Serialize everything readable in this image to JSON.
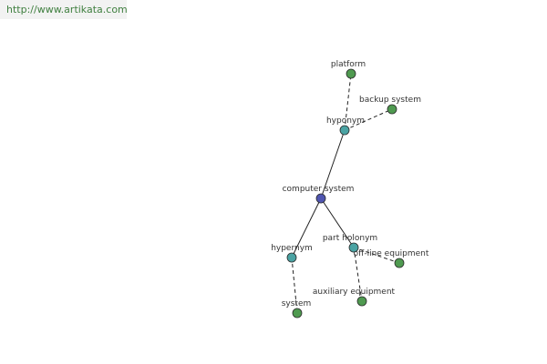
{
  "watermark": {
    "text": "http://www.artikata.com"
  },
  "colors": {
    "root": "#4f55b0",
    "relation": "#4aa3a3",
    "term": "#4f9a50"
  },
  "graph": {
    "nodes": [
      {
        "id": "computer_system",
        "label": "computer system",
        "kind": "root"
      },
      {
        "id": "hyponym",
        "label": "hyponym",
        "kind": "relation"
      },
      {
        "id": "hypernym",
        "label": "hypernym",
        "kind": "relation"
      },
      {
        "id": "part_holonym",
        "label": "part holonym",
        "kind": "relation"
      },
      {
        "id": "platform",
        "label": "platform",
        "kind": "term"
      },
      {
        "id": "backup_system",
        "label": "backup system",
        "kind": "term"
      },
      {
        "id": "system",
        "label": "system",
        "kind": "term"
      },
      {
        "id": "off_line_equipment",
        "label": "off-line equipment",
        "kind": "term"
      },
      {
        "id": "auxiliary_equipment",
        "label": "auxiliary equipment",
        "kind": "term"
      }
    ],
    "edges": [
      {
        "from": "computer_system",
        "to": "hyponym",
        "style": "solid"
      },
      {
        "from": "computer_system",
        "to": "hypernym",
        "style": "solid"
      },
      {
        "from": "computer_system",
        "to": "part_holonym",
        "style": "solid"
      },
      {
        "from": "hyponym",
        "to": "platform",
        "style": "dashed"
      },
      {
        "from": "hyponym",
        "to": "backup_system",
        "style": "dashed"
      },
      {
        "from": "hypernym",
        "to": "system",
        "style": "dashed"
      },
      {
        "from": "part_holonym",
        "to": "off_line_equipment",
        "style": "dashed"
      },
      {
        "from": "part_holonym",
        "to": "auxiliary_equipment",
        "style": "dashed"
      }
    ]
  }
}
